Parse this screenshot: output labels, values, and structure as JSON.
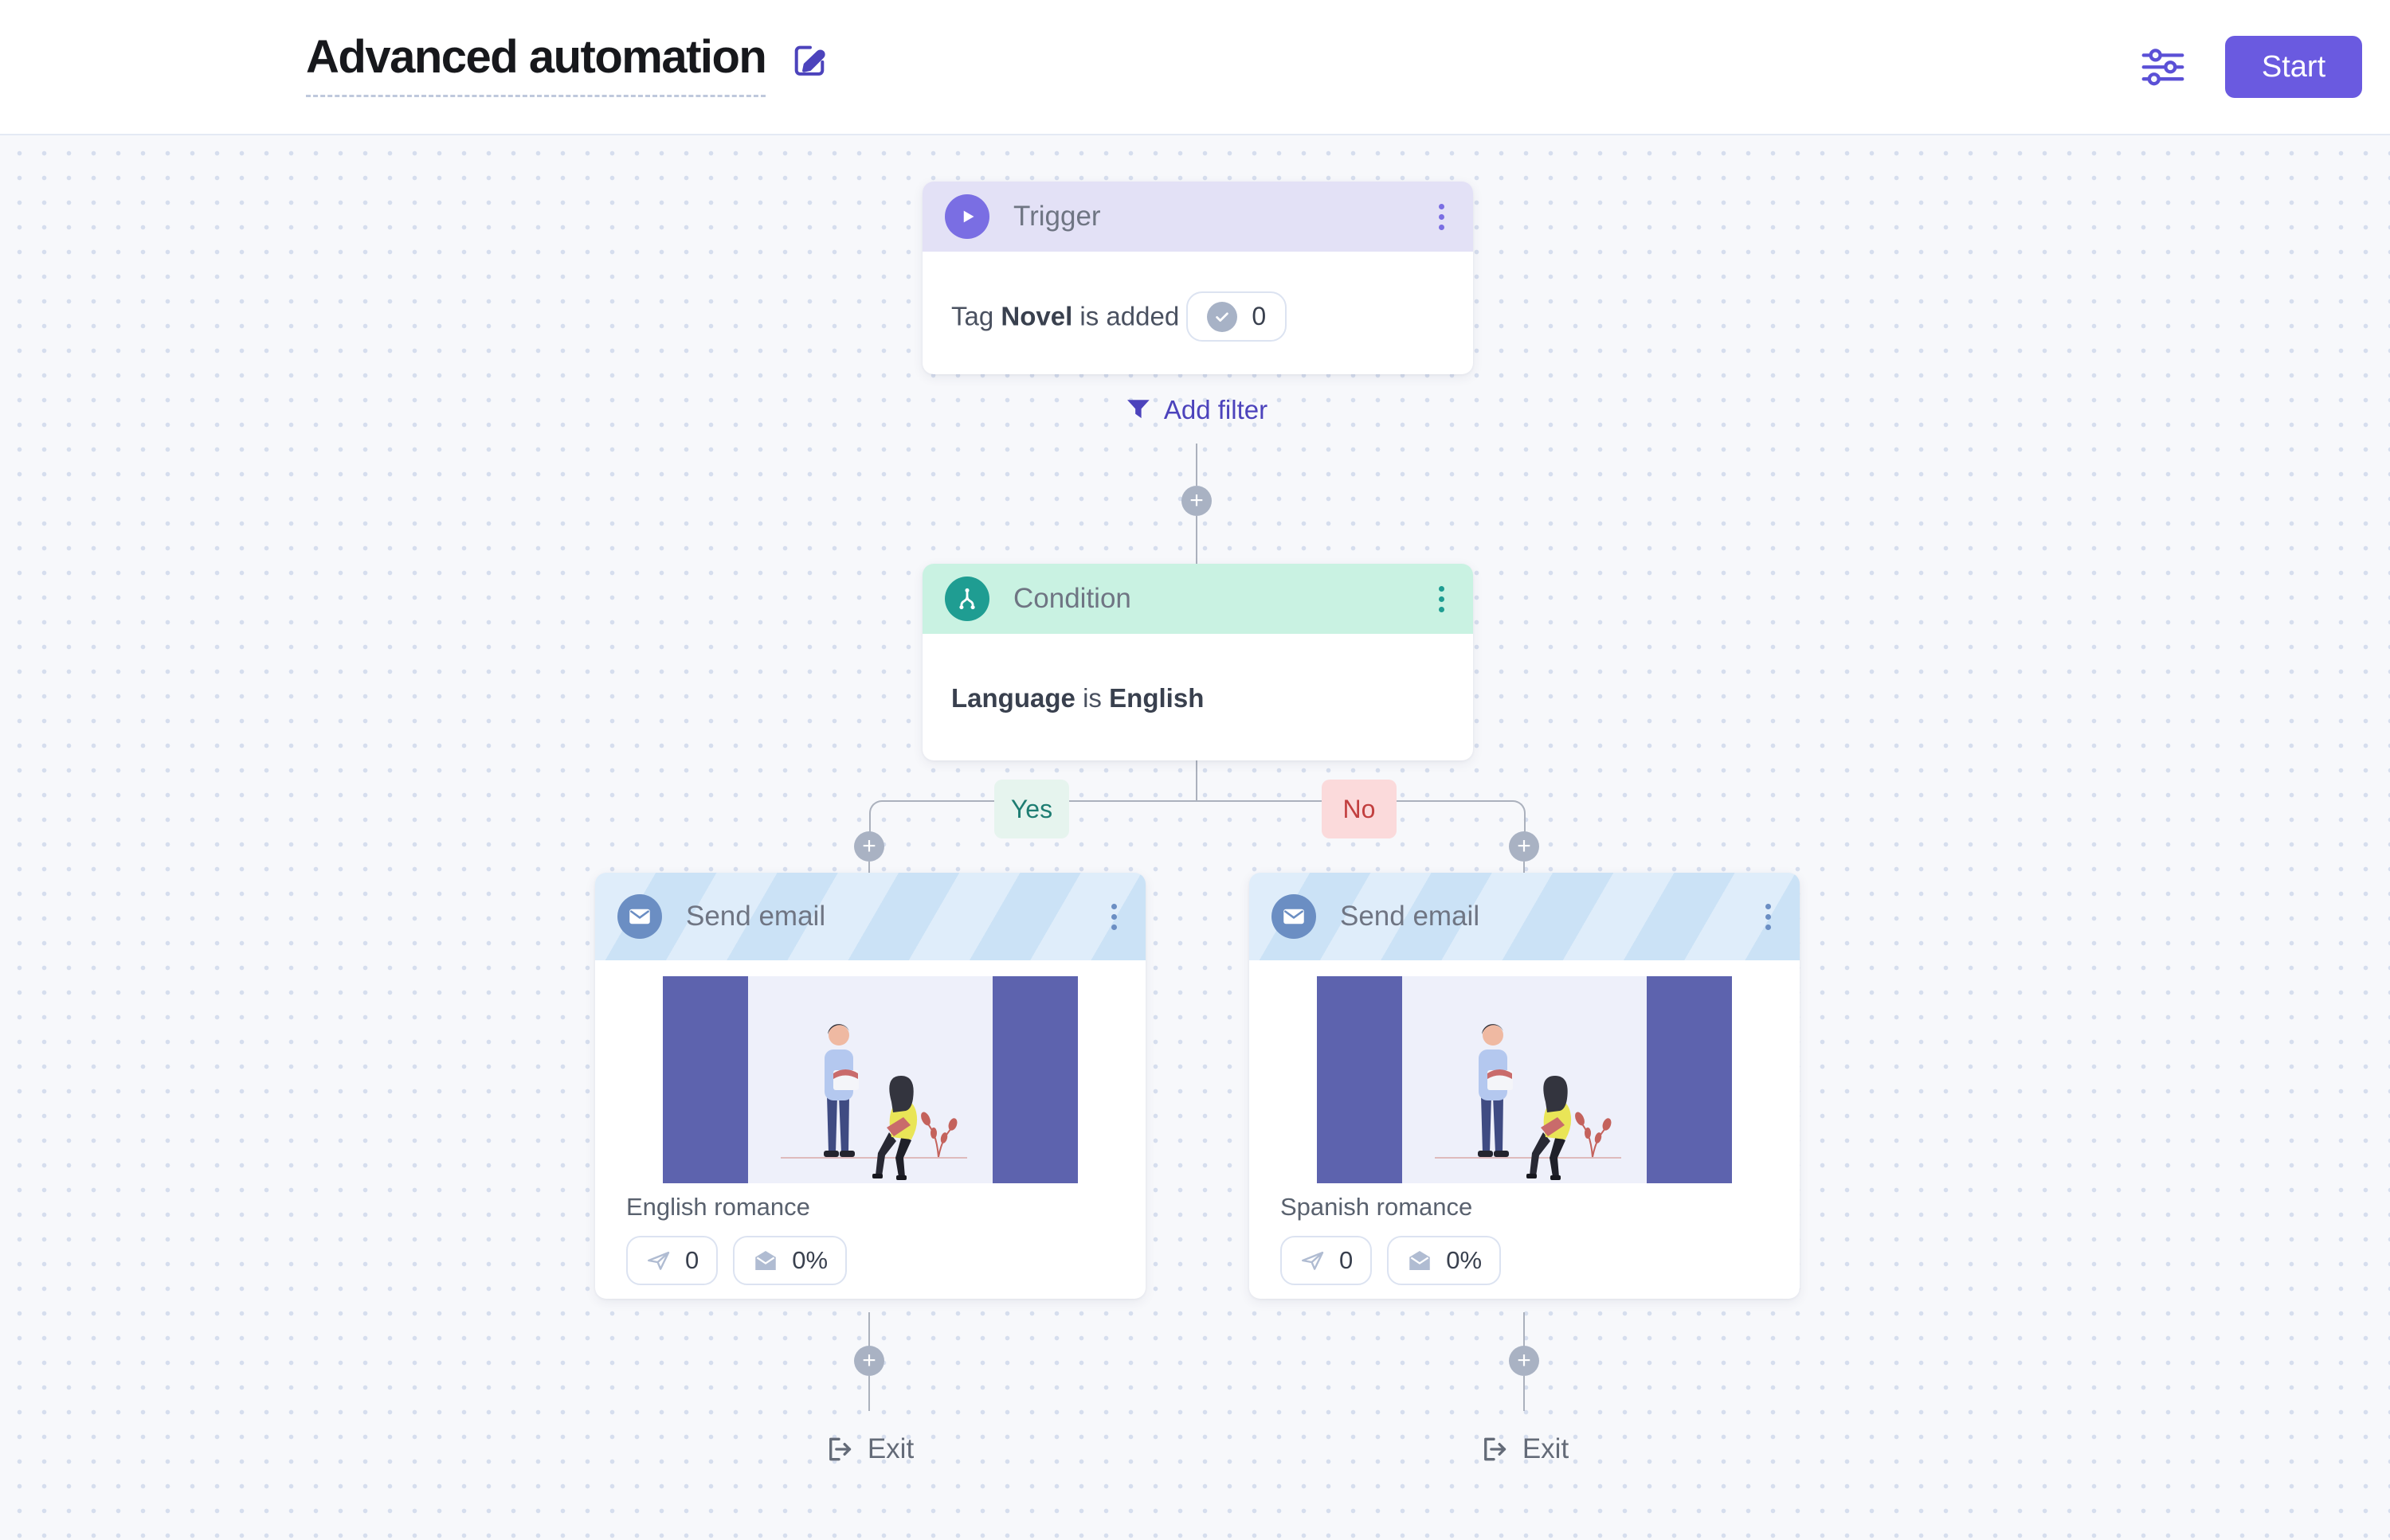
{
  "header": {
    "title": "Advanced automation",
    "start_label": "Start"
  },
  "workflow": {
    "trigger": {
      "type_label": "Trigger",
      "desc_prefix": "Tag ",
      "tag_name": "Novel",
      "desc_suffix": " is added",
      "subscriber_count": "0"
    },
    "add_filter_label": "Add filter",
    "condition": {
      "type_label": "Condition",
      "field": "Language",
      "operator": "is",
      "value": "English"
    },
    "branch": {
      "yes_label": "Yes",
      "no_label": "No"
    },
    "emails": [
      {
        "type_label": "Send email",
        "name": "English romance",
        "sent_count": "0",
        "open_rate": "0%"
      },
      {
        "type_label": "Send email",
        "name": "Spanish romance",
        "sent_count": "0",
        "open_rate": "0%"
      }
    ],
    "exit_label": "Exit",
    "plus_symbol": "+"
  },
  "colors": {
    "accent": "#6A5AE0",
    "filter-link": "#4C43BC",
    "trigger-header-bg": "#E3E1F6",
    "trigger-icon-bg": "#7A6EE3",
    "condition-header-bg": "#C9F2E2",
    "condition-icon-bg": "#1F9D92",
    "email-icon-bg": "#6B8EC3",
    "email-stripe-a": "#DFEDFA",
    "email-stripe-b": "#CBE2F6",
    "yes-bg": "#E6F4EE",
    "yes-text": "#1E7D72",
    "no-bg": "#FBDADB",
    "no-text": "#C23F3F",
    "connector": "#ABB1BD"
  }
}
